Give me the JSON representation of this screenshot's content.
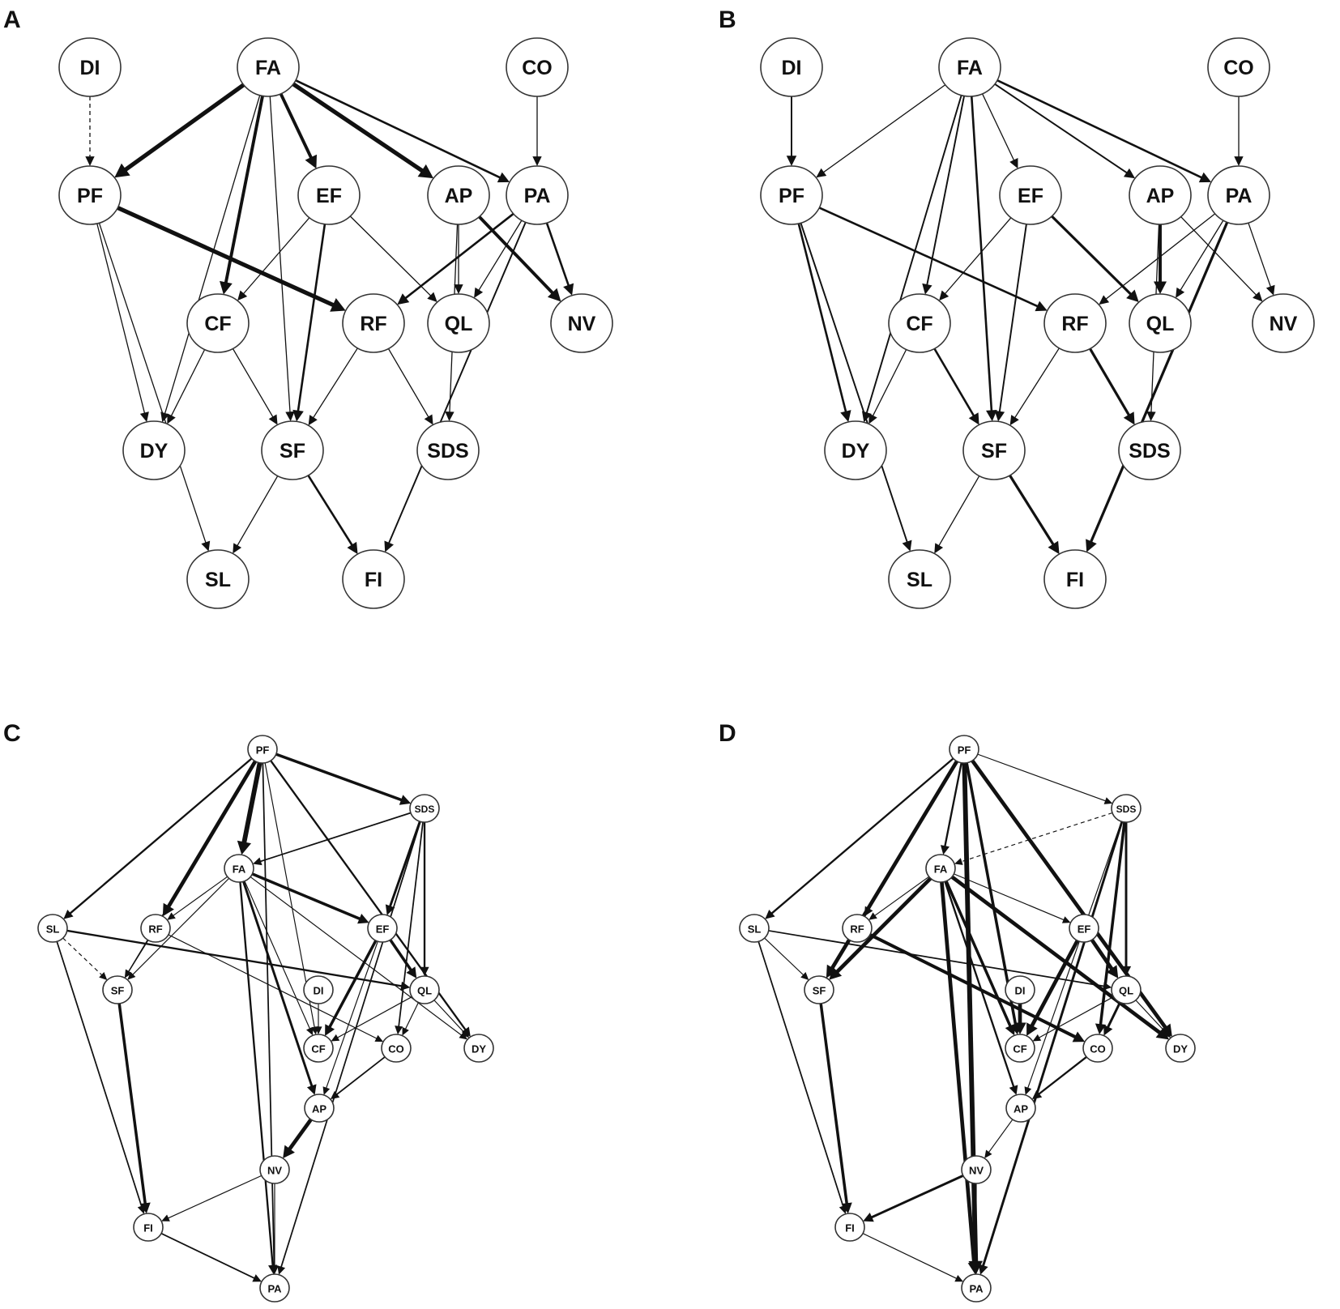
{
  "panels": [
    {
      "letter": "A",
      "nodes": [
        {
          "id": "DI",
          "label": "DI"
        },
        {
          "id": "FA",
          "label": "FA"
        },
        {
          "id": "CO",
          "label": "CO"
        },
        {
          "id": "PF",
          "label": "PF"
        },
        {
          "id": "EF",
          "label": "EF"
        },
        {
          "id": "AP",
          "label": "AP"
        },
        {
          "id": "PA",
          "label": "PA"
        },
        {
          "id": "CF",
          "label": "CF"
        },
        {
          "id": "RF",
          "label": "RF"
        },
        {
          "id": "QL",
          "label": "QL"
        },
        {
          "id": "NV",
          "label": "NV"
        },
        {
          "id": "DY",
          "label": "DY"
        },
        {
          "id": "SF",
          "label": "SF"
        },
        {
          "id": "SDS",
          "label": "SDS"
        },
        {
          "id": "SL",
          "label": "SL"
        },
        {
          "id": "FI",
          "label": "FI"
        }
      ],
      "edges": [
        {
          "from": "DI",
          "to": "PF",
          "weight": 1,
          "dashed": true
        },
        {
          "from": "FA",
          "to": "PF",
          "weight": 4
        },
        {
          "from": "FA",
          "to": "DY",
          "weight": 1
        },
        {
          "from": "FA",
          "to": "CF",
          "weight": 3
        },
        {
          "from": "FA",
          "to": "SF",
          "weight": 1
        },
        {
          "from": "FA",
          "to": "EF",
          "weight": 3
        },
        {
          "from": "FA",
          "to": "AP",
          "weight": 4
        },
        {
          "from": "FA",
          "to": "PA",
          "weight": 2
        },
        {
          "from": "CO",
          "to": "PA",
          "weight": 1
        },
        {
          "from": "PF",
          "to": "DY",
          "weight": 1
        },
        {
          "from": "PF",
          "to": "SL",
          "weight": 1
        },
        {
          "from": "PF",
          "to": "RF",
          "weight": 4
        },
        {
          "from": "EF",
          "to": "CF",
          "weight": 1
        },
        {
          "from": "EF",
          "to": "SF",
          "weight": 2
        },
        {
          "from": "EF",
          "to": "QL",
          "weight": 1
        },
        {
          "from": "AP",
          "to": "QL",
          "weight": 1
        },
        {
          "from": "AP",
          "to": "NV",
          "weight": 3
        },
        {
          "from": "AP",
          "to": "SDS",
          "weight": 1
        },
        {
          "from": "PA",
          "to": "RF",
          "weight": 2
        },
        {
          "from": "PA",
          "to": "QL",
          "weight": 1
        },
        {
          "from": "PA",
          "to": "NV",
          "weight": 2
        },
        {
          "from": "PA",
          "to": "FI",
          "weight": 1.5
        },
        {
          "from": "CF",
          "to": "DY",
          "weight": 1
        },
        {
          "from": "CF",
          "to": "SF",
          "weight": 1
        },
        {
          "from": "RF",
          "to": "SF",
          "weight": 1
        },
        {
          "from": "RF",
          "to": "SDS",
          "weight": 1
        },
        {
          "from": "SF",
          "to": "SL",
          "weight": 1
        },
        {
          "from": "SF",
          "to": "FI",
          "weight": 2
        }
      ]
    },
    {
      "letter": "B",
      "nodes": [
        {
          "id": "DI",
          "label": "DI"
        },
        {
          "id": "FA",
          "label": "FA"
        },
        {
          "id": "CO",
          "label": "CO"
        },
        {
          "id": "PF",
          "label": "PF"
        },
        {
          "id": "EF",
          "label": "EF"
        },
        {
          "id": "AP",
          "label": "AP"
        },
        {
          "id": "PA",
          "label": "PA"
        },
        {
          "id": "CF",
          "label": "CF"
        },
        {
          "id": "RF",
          "label": "RF"
        },
        {
          "id": "QL",
          "label": "QL"
        },
        {
          "id": "NV",
          "label": "NV"
        },
        {
          "id": "DY",
          "label": "DY"
        },
        {
          "id": "SF",
          "label": "SF"
        },
        {
          "id": "SDS",
          "label": "SDS"
        },
        {
          "id": "SL",
          "label": "SL"
        },
        {
          "id": "FI",
          "label": "FI"
        }
      ],
      "edges": [
        {
          "from": "DI",
          "to": "PF",
          "weight": 1.5
        },
        {
          "from": "FA",
          "to": "PF",
          "weight": 1
        },
        {
          "from": "FA",
          "to": "DY",
          "weight": 1.5
        },
        {
          "from": "FA",
          "to": "CF",
          "weight": 1.5
        },
        {
          "from": "FA",
          "to": "SF",
          "weight": 2
        },
        {
          "from": "FA",
          "to": "EF",
          "weight": 1
        },
        {
          "from": "FA",
          "to": "AP",
          "weight": 1.5
        },
        {
          "from": "FA",
          "to": "PA",
          "weight": 2
        },
        {
          "from": "CO",
          "to": "PA",
          "weight": 1
        },
        {
          "from": "PF",
          "to": "DY",
          "weight": 2
        },
        {
          "from": "PF",
          "to": "SL",
          "weight": 1.5
        },
        {
          "from": "PF",
          "to": "RF",
          "weight": 2
        },
        {
          "from": "EF",
          "to": "CF",
          "weight": 1
        },
        {
          "from": "EF",
          "to": "SF",
          "weight": 1.5
        },
        {
          "from": "EF",
          "to": "QL",
          "weight": 2.5
        },
        {
          "from": "AP",
          "to": "QL",
          "weight": 3
        },
        {
          "from": "AP",
          "to": "NV",
          "weight": 1
        },
        {
          "from": "AP",
          "to": "SDS",
          "weight": 1
        },
        {
          "from": "PA",
          "to": "RF",
          "weight": 1
        },
        {
          "from": "PA",
          "to": "QL",
          "weight": 1
        },
        {
          "from": "PA",
          "to": "NV",
          "weight": 1
        },
        {
          "from": "PA",
          "to": "FI",
          "weight": 2.5
        },
        {
          "from": "CF",
          "to": "DY",
          "weight": 1
        },
        {
          "from": "CF",
          "to": "SF",
          "weight": 2
        },
        {
          "from": "RF",
          "to": "SF",
          "weight": 1
        },
        {
          "from": "RF",
          "to": "SDS",
          "weight": 2.5
        },
        {
          "from": "SF",
          "to": "SL",
          "weight": 1
        },
        {
          "from": "SF",
          "to": "FI",
          "weight": 2.5
        }
      ]
    },
    {
      "letter": "C",
      "nodes": [
        {
          "id": "PF",
          "label": "PF"
        },
        {
          "id": "SDS",
          "label": "SDS"
        },
        {
          "id": "FA",
          "label": "FA"
        },
        {
          "id": "SL",
          "label": "SL"
        },
        {
          "id": "RF",
          "label": "RF"
        },
        {
          "id": "EF",
          "label": "EF"
        },
        {
          "id": "SF",
          "label": "SF"
        },
        {
          "id": "DI",
          "label": "DI"
        },
        {
          "id": "QL",
          "label": "QL"
        },
        {
          "id": "CF",
          "label": "CF"
        },
        {
          "id": "CO",
          "label": "CO"
        },
        {
          "id": "DY",
          "label": "DY"
        },
        {
          "id": "AP",
          "label": "AP"
        },
        {
          "id": "NV",
          "label": "NV"
        },
        {
          "id": "FI",
          "label": "FI"
        },
        {
          "id": "PA",
          "label": "PA"
        }
      ],
      "edges": [
        {
          "from": "PF",
          "to": "SL",
          "weight": 2
        },
        {
          "from": "PF",
          "to": "FA",
          "weight": 5
        },
        {
          "from": "PF",
          "to": "RF",
          "weight": 4
        },
        {
          "from": "PF",
          "to": "SDS",
          "weight": 3
        },
        {
          "from": "PF",
          "to": "SF",
          "weight": 1
        },
        {
          "from": "PF",
          "to": "CF",
          "weight": 1
        },
        {
          "from": "PF",
          "to": "DY",
          "weight": 2
        },
        {
          "from": "PF",
          "to": "PA",
          "weight": 1.5
        },
        {
          "from": "SDS",
          "to": "FA",
          "weight": 1.5
        },
        {
          "from": "SDS",
          "to": "EF",
          "weight": 2.5
        },
        {
          "from": "SDS",
          "to": "QL",
          "weight": 2
        },
        {
          "from": "SDS",
          "to": "CO",
          "weight": 1.5
        },
        {
          "from": "SDS",
          "to": "AP",
          "weight": 1
        },
        {
          "from": "SDS",
          "to": "PA",
          "weight": 1.5
        },
        {
          "from": "FA",
          "to": "RF",
          "weight": 1
        },
        {
          "from": "FA",
          "to": "EF",
          "weight": 3
        },
        {
          "from": "FA",
          "to": "SF",
          "weight": 1
        },
        {
          "from": "FA",
          "to": "CF",
          "weight": 1
        },
        {
          "from": "FA",
          "to": "DY",
          "weight": 1
        },
        {
          "from": "FA",
          "to": "AP",
          "weight": 2.5
        },
        {
          "from": "FA",
          "to": "PA",
          "weight": 2
        },
        {
          "from": "SL",
          "to": "QL",
          "weight": 2
        },
        {
          "from": "SL",
          "to": "SF",
          "weight": 1,
          "dashed": true
        },
        {
          "from": "SL",
          "to": "FI",
          "weight": 1.5
        },
        {
          "from": "RF",
          "to": "SF",
          "weight": 1
        },
        {
          "from": "RF",
          "to": "CO",
          "weight": 1
        },
        {
          "from": "EF",
          "to": "QL",
          "weight": 3
        },
        {
          "from": "EF",
          "to": "CF",
          "weight": 3
        },
        {
          "from": "SF",
          "to": "FI",
          "weight": 3
        },
        {
          "from": "DI",
          "to": "CF",
          "weight": 1
        },
        {
          "from": "QL",
          "to": "CF",
          "weight": 1
        },
        {
          "from": "QL",
          "to": "CO",
          "weight": 1
        },
        {
          "from": "QL",
          "to": "DY",
          "weight": 1
        },
        {
          "from": "CO",
          "to": "AP",
          "weight": 1.5
        },
        {
          "from": "AP",
          "to": "NV",
          "weight": 4
        },
        {
          "from": "NV",
          "to": "FI",
          "weight": 1
        },
        {
          "from": "NV",
          "to": "PA",
          "weight": 1
        },
        {
          "from": "FI",
          "to": "PA",
          "weight": 1.5
        }
      ]
    },
    {
      "letter": "D",
      "nodes": [
        {
          "id": "PF",
          "label": "PF"
        },
        {
          "id": "SDS",
          "label": "SDS"
        },
        {
          "id": "FA",
          "label": "FA"
        },
        {
          "id": "SL",
          "label": "SL"
        },
        {
          "id": "RF",
          "label": "RF"
        },
        {
          "id": "EF",
          "label": "EF"
        },
        {
          "id": "SF",
          "label": "SF"
        },
        {
          "id": "DI",
          "label": "DI"
        },
        {
          "id": "QL",
          "label": "QL"
        },
        {
          "id": "CF",
          "label": "CF"
        },
        {
          "id": "CO",
          "label": "CO"
        },
        {
          "id": "DY",
          "label": "DY"
        },
        {
          "id": "AP",
          "label": "AP"
        },
        {
          "id": "NV",
          "label": "NV"
        },
        {
          "id": "FI",
          "label": "FI"
        },
        {
          "id": "PA",
          "label": "PA"
        }
      ],
      "edges": [
        {
          "from": "PF",
          "to": "SL",
          "weight": 2
        },
        {
          "from": "PF",
          "to": "FA",
          "weight": 2
        },
        {
          "from": "PF",
          "to": "RF",
          "weight": 2
        },
        {
          "from": "PF",
          "to": "SDS",
          "weight": 1
        },
        {
          "from": "PF",
          "to": "SF",
          "weight": 4
        },
        {
          "from": "PF",
          "to": "CF",
          "weight": 3
        },
        {
          "from": "PF",
          "to": "DY",
          "weight": 4
        },
        {
          "from": "PF",
          "to": "PA",
          "weight": 5
        },
        {
          "from": "SDS",
          "to": "FA",
          "weight": 1,
          "dashed": true
        },
        {
          "from": "SDS",
          "to": "QL",
          "weight": 2.5
        },
        {
          "from": "SDS",
          "to": "CO",
          "weight": 3
        },
        {
          "from": "SDS",
          "to": "AP",
          "weight": 1
        },
        {
          "from": "SDS",
          "to": "PA",
          "weight": 2.5
        },
        {
          "from": "FA",
          "to": "RF",
          "weight": 1
        },
        {
          "from": "FA",
          "to": "EF",
          "weight": 1
        },
        {
          "from": "FA",
          "to": "SF",
          "weight": 4
        },
        {
          "from": "FA",
          "to": "CF",
          "weight": 3
        },
        {
          "from": "FA",
          "to": "DY",
          "weight": 4
        },
        {
          "from": "FA",
          "to": "AP",
          "weight": 2
        },
        {
          "from": "FA",
          "to": "PA",
          "weight": 4
        },
        {
          "from": "SL",
          "to": "QL",
          "weight": 1.5
        },
        {
          "from": "SL",
          "to": "SF",
          "weight": 1
        },
        {
          "from": "SL",
          "to": "FI",
          "weight": 1.5
        },
        {
          "from": "RF",
          "to": "SF",
          "weight": 1
        },
        {
          "from": "RF",
          "to": "CO",
          "weight": 3.5
        },
        {
          "from": "EF",
          "to": "QL",
          "weight": 4
        },
        {
          "from": "EF",
          "to": "CF",
          "weight": 4
        },
        {
          "from": "SF",
          "to": "FI",
          "weight": 3
        },
        {
          "from": "DI",
          "to": "CF",
          "weight": 4
        },
        {
          "from": "QL",
          "to": "CF",
          "weight": 1
        },
        {
          "from": "QL",
          "to": "CO",
          "weight": 2.5
        },
        {
          "from": "QL",
          "to": "DY",
          "weight": 1
        },
        {
          "from": "CO",
          "to": "AP",
          "weight": 2
        },
        {
          "from": "AP",
          "to": "NV",
          "weight": 1
        },
        {
          "from": "NV",
          "to": "FI",
          "weight": 2.5
        },
        {
          "from": "NV",
          "to": "PA",
          "weight": 1
        },
        {
          "from": "FI",
          "to": "PA",
          "weight": 1
        }
      ]
    }
  ]
}
